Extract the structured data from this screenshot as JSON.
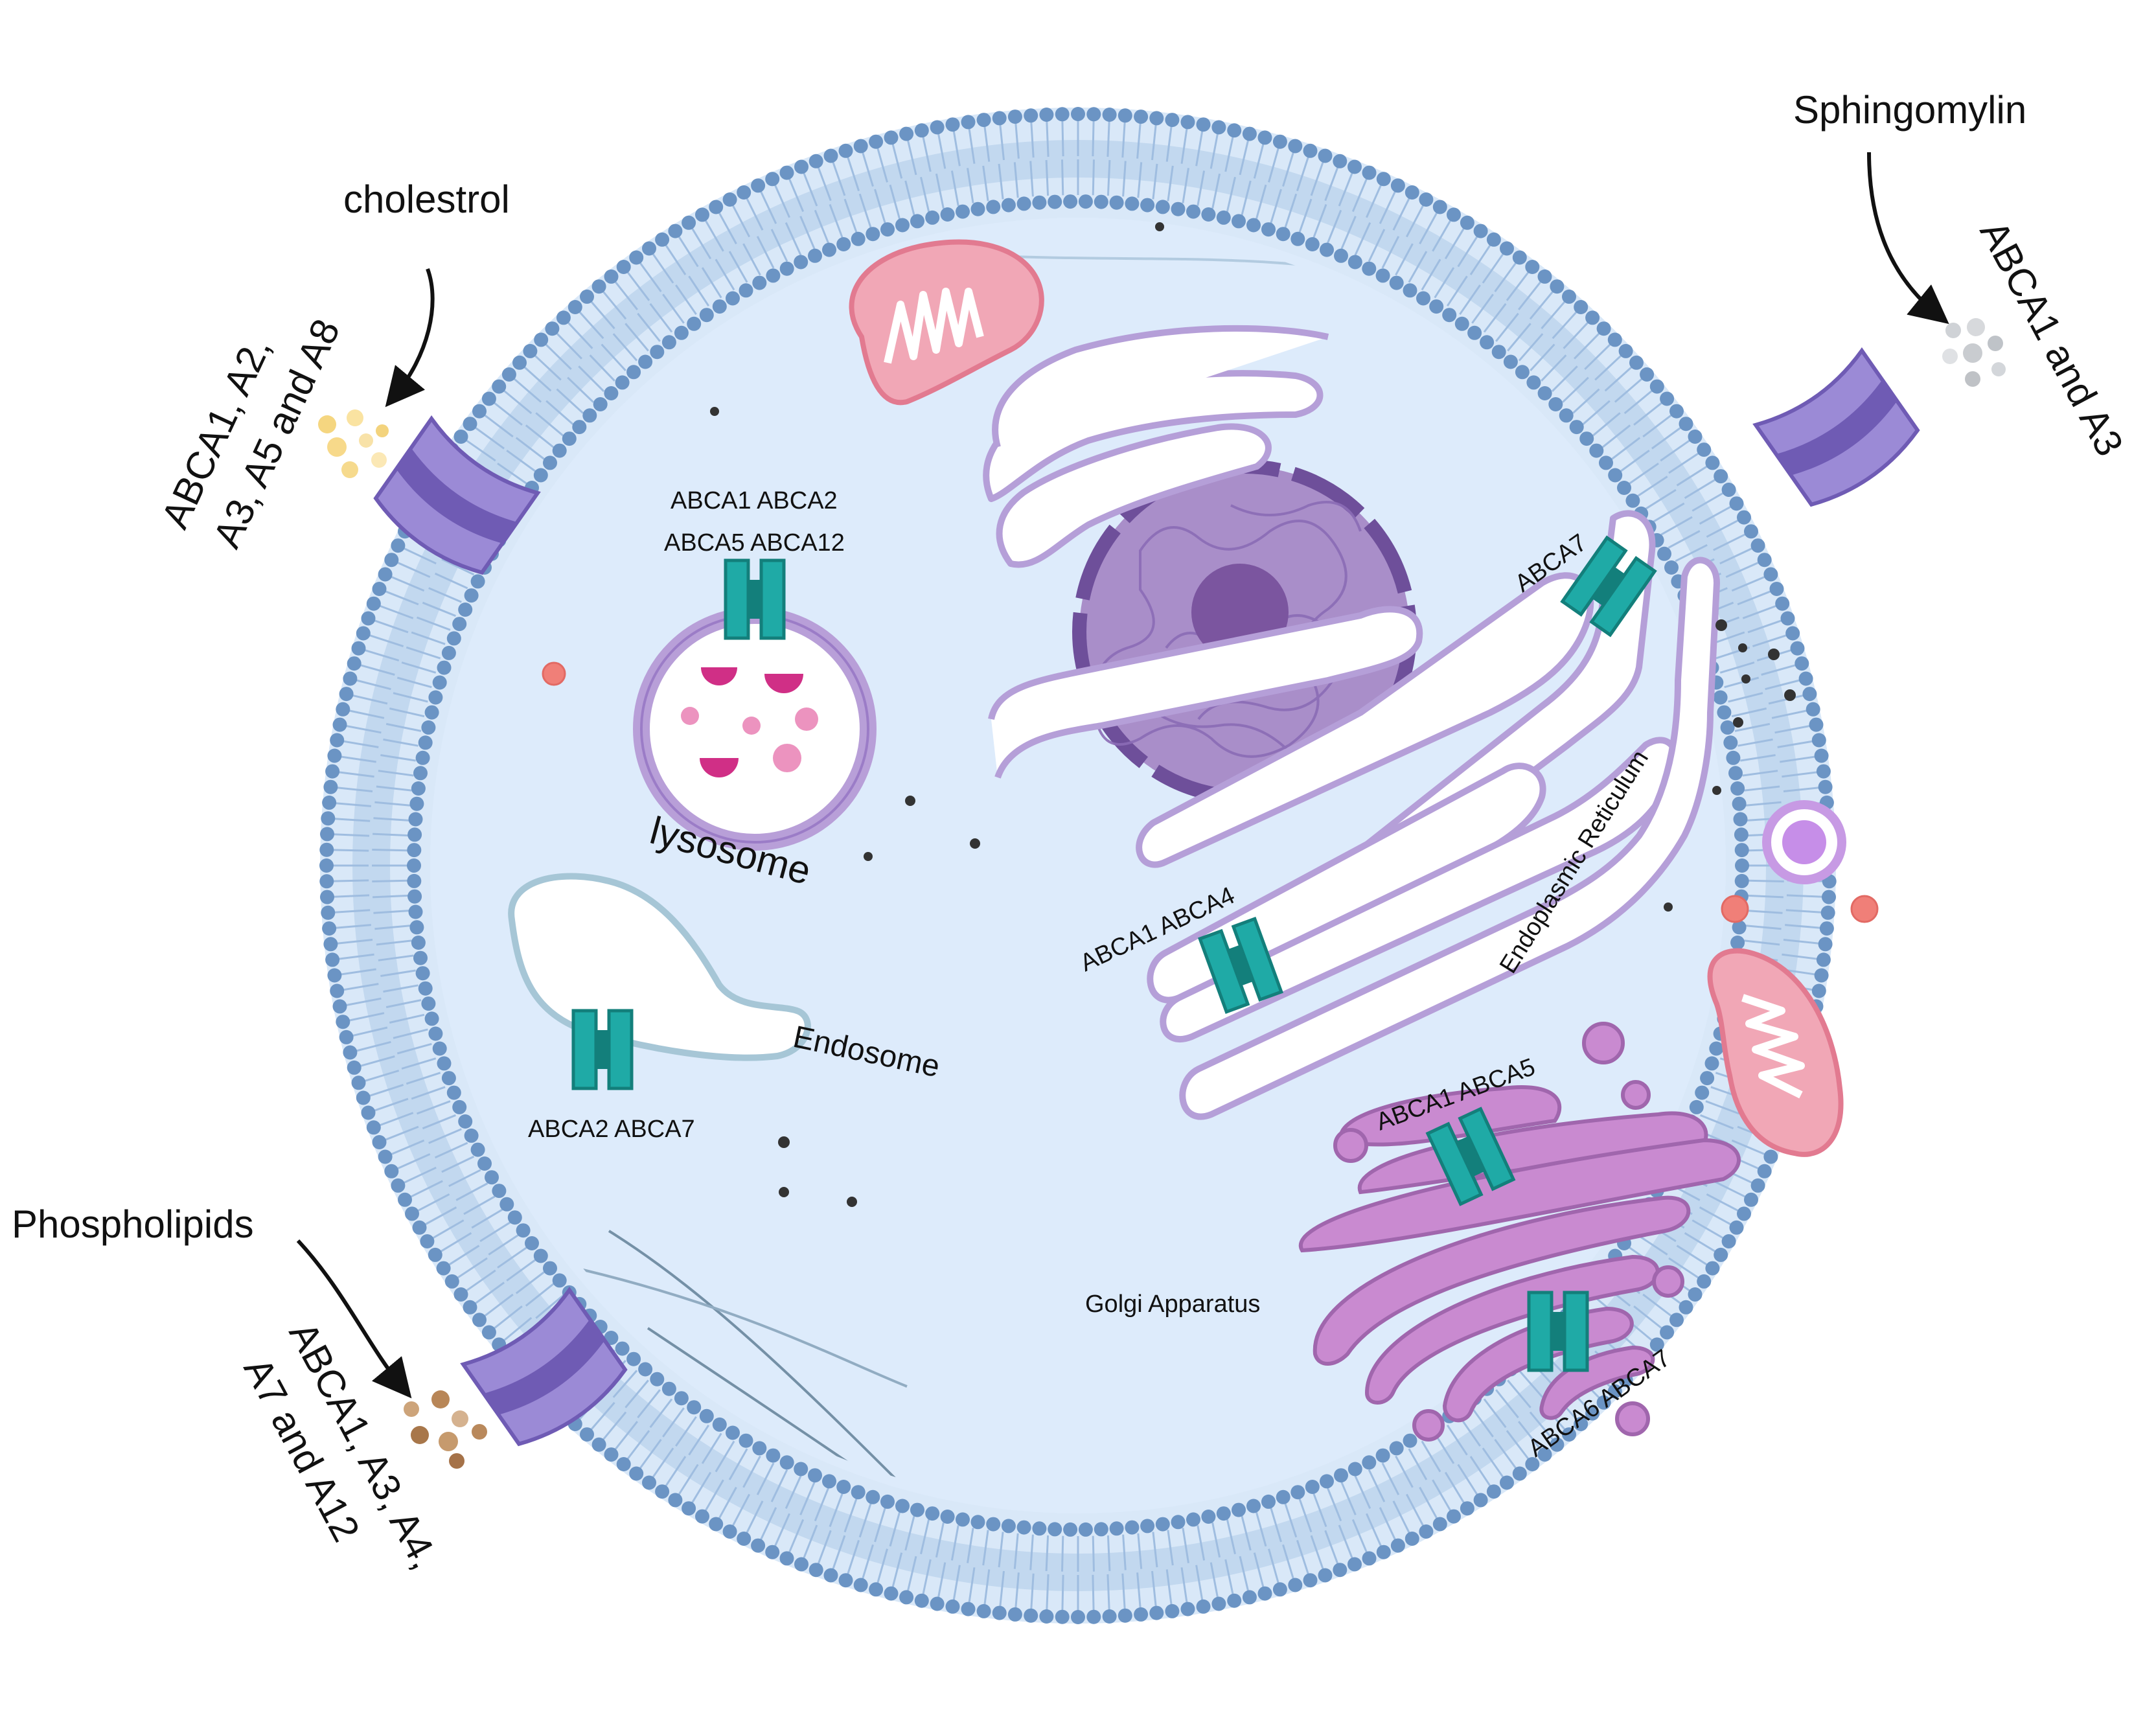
{
  "external_labels": {
    "cholesterol": "cholestrol",
    "cholesterol_transporters_line1": "ABCA1, A2,",
    "cholesterol_transporters_line2": "A3, A5 and A8",
    "sphingomyelin": "Sphingomylin",
    "sphingomyelin_transporters": "ABCA1 and A3",
    "phospholipids": "Phospholipids",
    "phospholipid_transporters_line1": "ABCA1, A3, A4,",
    "phospholipid_transporters_line2": "A7 and A12"
  },
  "organelles": {
    "lysosome": {
      "name": "lysosome",
      "transporters_line1": "ABCA1 ABCA2",
      "transporters_line2": "ABCA5 ABCA12"
    },
    "endosome": {
      "name": "Endosome",
      "transporters": "ABCA2 ABCA7"
    },
    "endoplasmic_reticulum": {
      "name": "Endoplasmic Reticulum",
      "transporter_top": "ABCA7",
      "transporter_bottom": "ABCA1 ABCA4"
    },
    "golgi": {
      "name": "Golgi Apparatus",
      "transporter_top": "ABCA1 ABCA5",
      "transporter_bottom": "ABCA6 ABCA7"
    }
  },
  "colors": {
    "membrane_bead": "#6b94c4",
    "cytoplasm": "#ddebfb",
    "transporter_membrane": "#9b8ad6",
    "transporter_organelle": "#1faaa6",
    "nucleus": "#a990c9",
    "mitochondria": "#f1a7b6",
    "golgi": "#bd7fc4",
    "er_outline": "#b59fd8",
    "lysosome_enzyme": "#d02f86"
  },
  "icons": [
    "transporter-icon",
    "mitochondrion-icon",
    "nucleus-icon",
    "lysosome-icon",
    "endosome-icon",
    "golgi-icon",
    "er-icon",
    "vesicle-icon",
    "arrow-icon"
  ]
}
